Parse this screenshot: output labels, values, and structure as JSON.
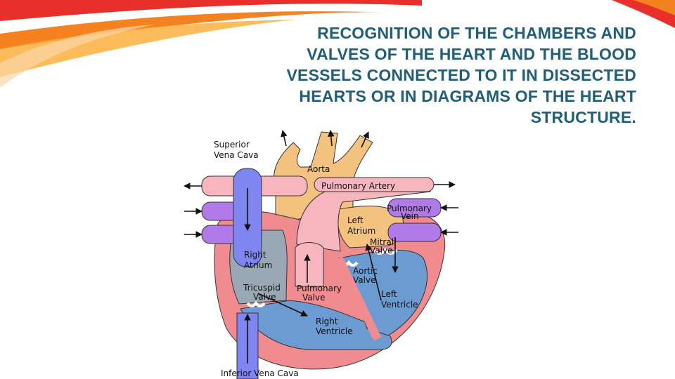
{
  "slide": {
    "title_lines": [
      "RECOGNITION OF THE CHAMBERS AND",
      "VALVES OF THE HEART AND THE BLOOD",
      "VESSELS CONNECTED TO IT IN DISSECTED",
      "HEARTS OR IN DIAGRAMS OF THE HEART",
      "STRUCTURE."
    ],
    "accent_colors": [
      "#e8302a",
      "#f58220",
      "#fbb040"
    ],
    "title_color": "#1f5f7a"
  },
  "diagram": {
    "labels": {
      "superior_vena_cava_1": "Superior",
      "superior_vena_cava_2": "Vena Cava",
      "aorta": "Aorta",
      "pulmonary_artery": "Pulmonary Artery",
      "pulmonary_vein_1": "Pulmonary",
      "pulmonary_vein_2": "Vein",
      "left_atrium_1": "Left",
      "left_atrium_2": "Atrium",
      "mitral_valve_1": "Mitral",
      "mitral_valve_2": "Valve",
      "right_atrium_1": "Right",
      "right_atrium_2": "Atrium",
      "aortic_valve_1": "Aortic",
      "aortic_valve_2": "Valve",
      "tricuspid_valve_1": "Tricuspid",
      "tricuspid_valve_2": "Valve",
      "pulmonary_valve_1": "Pulmonary",
      "pulmonary_valve_2": "Valve",
      "left_ventricle_1": "Left",
      "left_ventricle_2": "Ventricle",
      "right_ventricle_1": "Right",
      "right_ventricle_2": "Ventricle",
      "inferior_vena_cava": "Inferior Vena Cava"
    },
    "colors": {
      "oxygen_poor": "#6b9bd1",
      "oxygen_rich": "#f4c27f",
      "pulmonary_artery": "#f7b6bd",
      "pulmonary_vein": "#b07be8",
      "vena_cava": "#7f86f2",
      "wall": "#f08c8f"
    }
  }
}
